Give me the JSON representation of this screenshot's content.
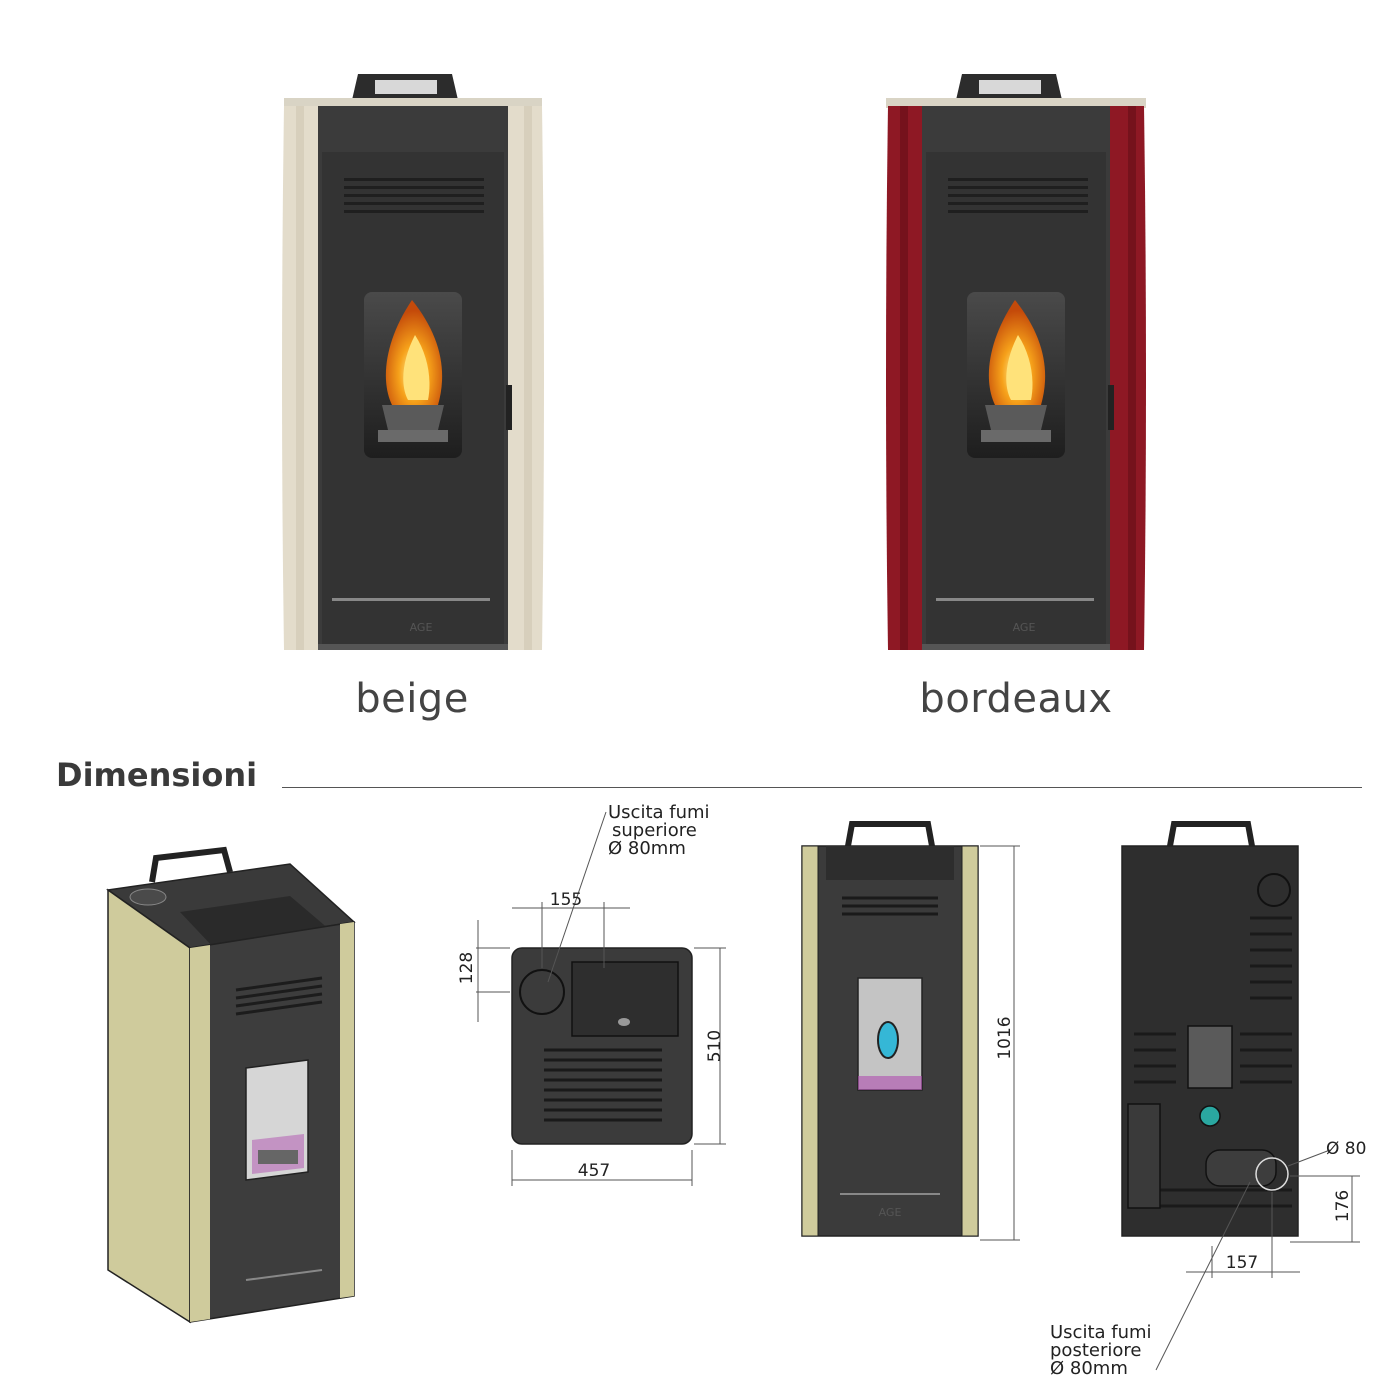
{
  "variants": [
    {
      "label": "beige",
      "side_color": "#e3dccb",
      "side_shade": "#cfc7b3"
    },
    {
      "label": "bordeaux",
      "side_color": "#8e1824",
      "side_shade": "#6b0f19"
    }
  ],
  "brand": "AGE",
  "section": {
    "title": "Dimensioni"
  },
  "drawings": {
    "top_outlet": {
      "line1": "Uscita fumi",
      "line2": "superiore",
      "line3": "Ø 80mm"
    },
    "rear_outlet": {
      "line1": "Uscita fumi",
      "line2": "posteriore",
      "line3": "Ø 80mm"
    },
    "dims": {
      "offset_x": "155",
      "offset_y": "128",
      "depth": "510",
      "width": "457",
      "height": "1016",
      "diameter": "Ø 80",
      "rear_height": "176",
      "rear_offset": "157"
    }
  },
  "colors": {
    "panel": "#3b3b3b",
    "panel_dark": "#2b2b2b",
    "flame": "#f6a11a",
    "drawing_side": "#cfcb9c"
  }
}
